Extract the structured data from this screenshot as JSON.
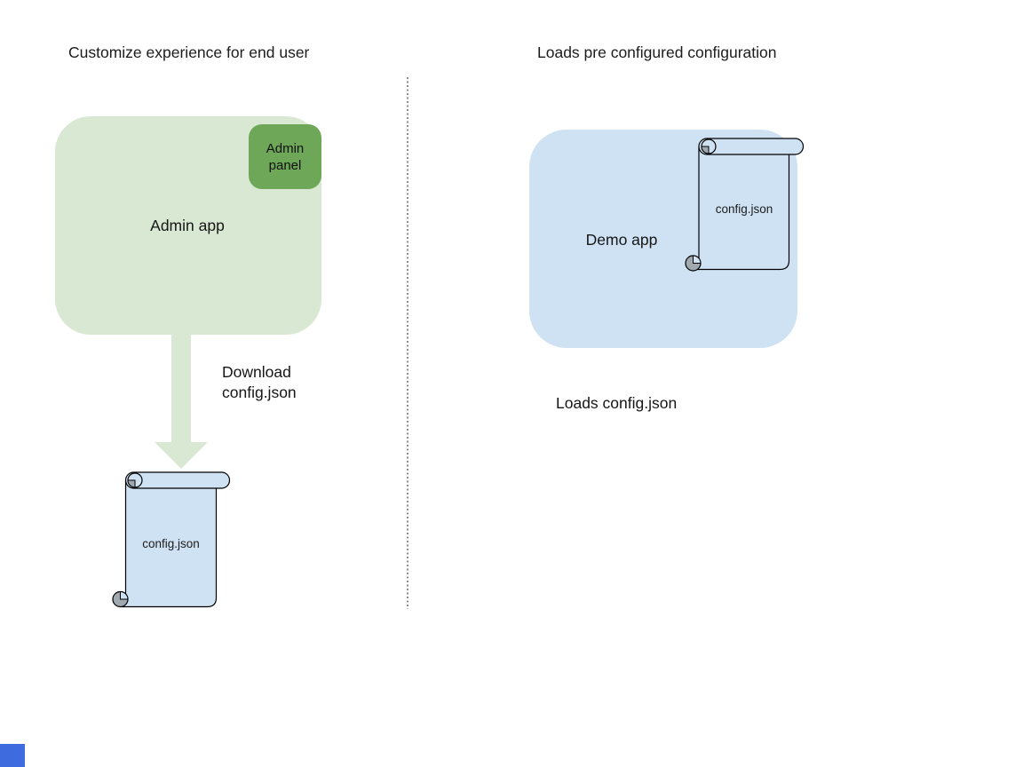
{
  "left_panel": {
    "title": "Customize experience for end user",
    "admin_app": {
      "label": "Admin app",
      "fill": "#d9e8d3"
    },
    "admin_panel": {
      "label": "Admin panel",
      "fill": "#6ea757"
    },
    "download_arrow": {
      "label": "Download config.json",
      "direction": "down",
      "fill": "#d9e8d3"
    },
    "config_scroll": {
      "label": "config.json",
      "fill": "#cfe2f3"
    }
  },
  "right_panel": {
    "title": "Loads pre configured configuration",
    "demo_app": {
      "label": "Demo app",
      "fill": "#cfe2f3"
    },
    "config_scroll": {
      "label": "config.json",
      "fill": "#cfe2f3"
    },
    "caption": "Loads config.json"
  },
  "divider": {
    "style": "dotted-vertical",
    "color": "#8c8c8c"
  },
  "corner_square": {
    "color": "#3e6cdf"
  },
  "colors": {
    "light_green": "#d9e8d3",
    "dark_green": "#6ea757",
    "light_blue": "#cfe2f3",
    "curl_gray": "#a0a8b0",
    "outline": "#000000",
    "text": "#161616"
  }
}
